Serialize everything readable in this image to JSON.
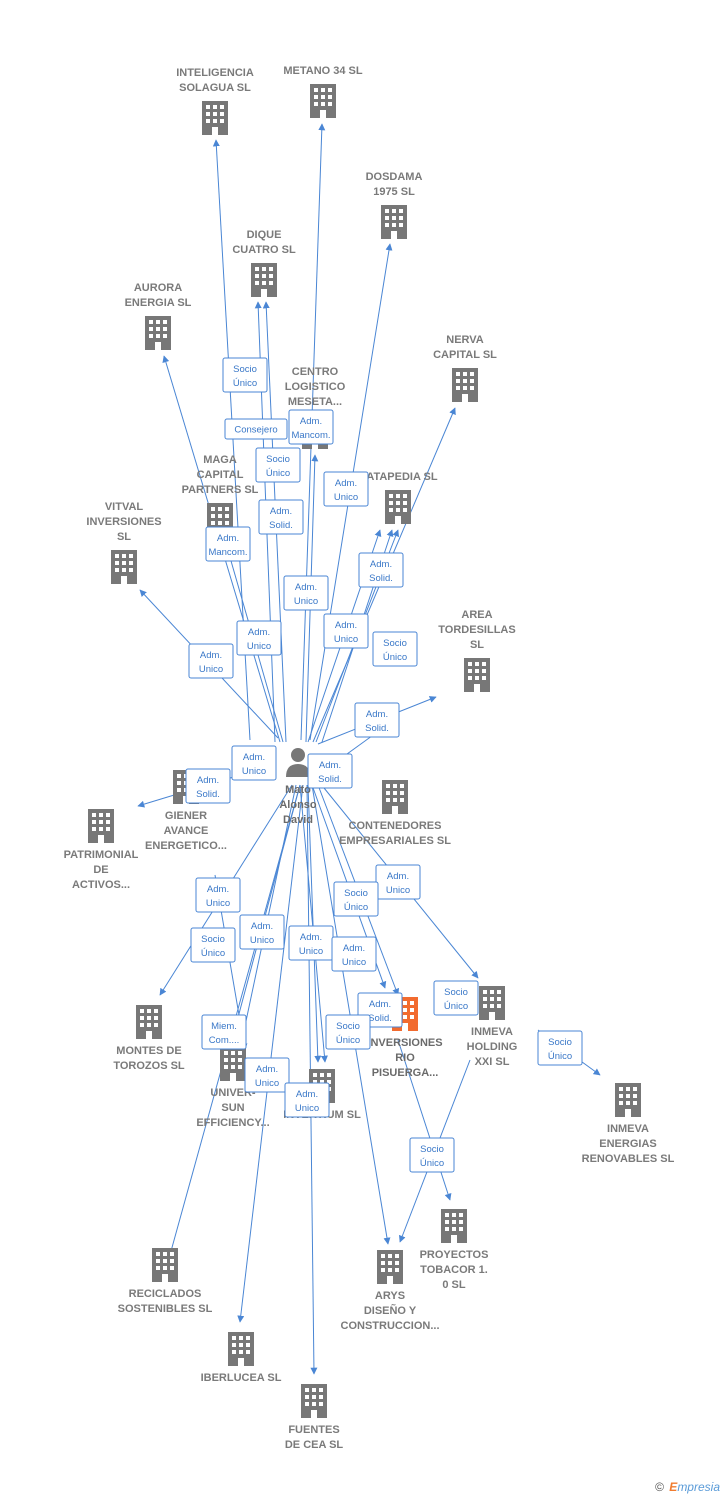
{
  "center": {
    "lines": [
      "Mato",
      "Alonso",
      "David"
    ]
  },
  "companies": [
    {
      "id": "inteligencia",
      "lines": [
        "INTELIGENCIA",
        "SOLAGUA  SL"
      ]
    },
    {
      "id": "metano",
      "lines": [
        "METANO 34 SL"
      ]
    },
    {
      "id": "dosdama",
      "lines": [
        "DOSDAMA",
        "1975  SL"
      ]
    },
    {
      "id": "dique",
      "lines": [
        "DIQUE",
        "CUATRO  SL"
      ]
    },
    {
      "id": "aurora",
      "lines": [
        "AURORA",
        "ENERGIA SL"
      ]
    },
    {
      "id": "nerva",
      "lines": [
        "NERVA",
        "CAPITAL  SL"
      ]
    },
    {
      "id": "centro",
      "lines": [
        "CENTRO",
        "LOGISTICO",
        "MESETA..."
      ]
    },
    {
      "id": "maga",
      "lines": [
        "MAGA",
        "CAPITAL",
        "PARTNERS  SL"
      ]
    },
    {
      "id": "catapedia",
      "lines": [
        "CATAPEDIA  SL"
      ]
    },
    {
      "id": "vitval",
      "lines": [
        "VITVAL",
        "INVERSIONES",
        "SL"
      ]
    },
    {
      "id": "area",
      "lines": [
        "AREA",
        "TORDESILLAS",
        "SL"
      ]
    },
    {
      "id": "giener",
      "lines": [
        "GIENER",
        "AVANCE",
        "ENERGETICO..."
      ]
    },
    {
      "id": "patrimonial",
      "lines": [
        "PATRIMONIAL",
        "DE",
        "ACTIVOS..."
      ]
    },
    {
      "id": "contenedores",
      "lines": [
        "CONTENEDORES",
        "EMPRESARIALES SL"
      ]
    },
    {
      "id": "montes",
      "lines": [
        "MONTES DE",
        "TOROZOS SL"
      ]
    },
    {
      "id": "universun",
      "lines": [
        "UNIVER-",
        "SUN",
        "EFFICIENCY..."
      ]
    },
    {
      "id": "invertium",
      "lines": [
        "INVERTIUM  SL"
      ]
    },
    {
      "id": "inversiones",
      "lines": [
        "INVERSIONES",
        "RIO",
        "PISUERGA..."
      ]
    },
    {
      "id": "inmevaholding",
      "lines": [
        "INMEVA",
        "HOLDING",
        "XXI SL"
      ]
    },
    {
      "id": "inmevaenergias",
      "lines": [
        "INMEVA",
        "ENERGIAS",
        "RENOVABLES SL"
      ]
    },
    {
      "id": "proyectos",
      "lines": [
        "PROYECTOS",
        "TOBACOR 1.",
        "0  SL"
      ]
    },
    {
      "id": "arys",
      "lines": [
        "ARYS",
        "DISEÑO Y",
        "CONSTRUCCION..."
      ]
    },
    {
      "id": "reciclados",
      "lines": [
        "RECICLADOS",
        "SOSTENIBLES SL"
      ]
    },
    {
      "id": "iberlucea",
      "lines": [
        "IBERLUCEA  SL"
      ]
    },
    {
      "id": "fuentes",
      "lines": [
        "FUENTES",
        "DE CEA  SL"
      ]
    }
  ],
  "relations": [
    {
      "lines": [
        "Socio",
        "Único"
      ]
    },
    {
      "lines": [
        "Consejero"
      ]
    },
    {
      "lines": [
        "Adm.",
        "Mancom."
      ]
    },
    {
      "lines": [
        "Socio",
        "Único"
      ]
    },
    {
      "lines": [
        "Adm.",
        "Unico"
      ]
    },
    {
      "lines": [
        "Adm.",
        "Solid."
      ]
    },
    {
      "lines": [
        "Adm.",
        "Mancom."
      ]
    },
    {
      "lines": [
        "Adm.",
        "Solid."
      ]
    },
    {
      "lines": [
        "Adm.",
        "Unico"
      ]
    },
    {
      "lines": [
        "Adm.",
        "Unico"
      ]
    },
    {
      "lines": [
        "Adm.",
        "Unico"
      ]
    },
    {
      "lines": [
        "Socio",
        "Único"
      ]
    },
    {
      "lines": [
        "Adm.",
        "Unico"
      ]
    },
    {
      "lines": [
        "Adm.",
        "Solid."
      ]
    },
    {
      "lines": [
        "Adm.",
        "Unico"
      ]
    },
    {
      "lines": [
        "Adm.",
        "Solid."
      ]
    },
    {
      "lines": [
        "Adm.",
        "Solid."
      ]
    },
    {
      "lines": [
        "Adm.",
        "Unico"
      ]
    },
    {
      "lines": [
        "Adm.",
        "Unico"
      ]
    },
    {
      "lines": [
        "Adm.",
        "Unico"
      ]
    },
    {
      "lines": [
        "Socio",
        "Único"
      ]
    },
    {
      "lines": [
        "Adm.",
        "Unico"
      ]
    },
    {
      "lines": [
        "Adm.",
        "Unico"
      ]
    },
    {
      "lines": [
        "Socio",
        "Único"
      ]
    },
    {
      "lines": [
        "Socio",
        "Único"
      ]
    },
    {
      "lines": [
        "Socio",
        "Único"
      ]
    },
    {
      "lines": [
        "Adm.",
        "Solid."
      ]
    },
    {
      "lines": [
        "Miem.",
        "Com...."
      ]
    },
    {
      "lines": [
        "Socio",
        "Único"
      ]
    },
    {
      "lines": [
        "Adm.",
        "Unico"
      ]
    },
    {
      "lines": [
        "Adm.",
        "Unico"
      ]
    },
    {
      "lines": [
        "Socio",
        "Único"
      ]
    }
  ],
  "footer": {
    "copyright": "©",
    "brand_initial": "E",
    "brand_rest": "mpresia"
  },
  "colors": {
    "edge": "#4a86d4",
    "building": "#777777",
    "highlight": "#f26b2f"
  }
}
